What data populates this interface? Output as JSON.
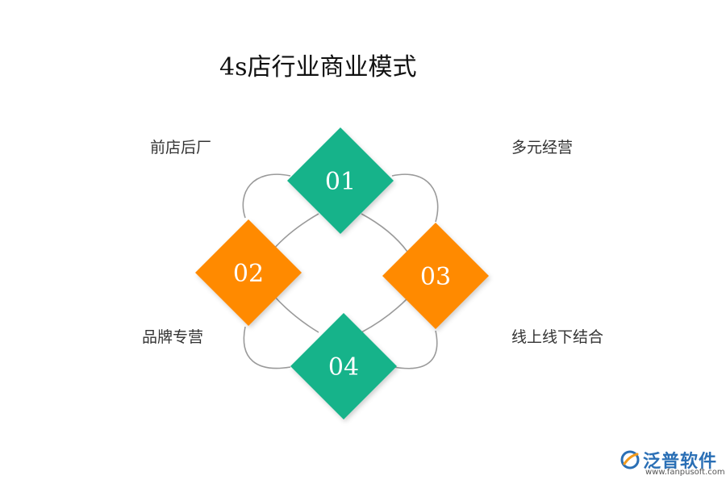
{
  "title": "4s店行业商业模式",
  "colors": {
    "green": "#13b38a",
    "orange": "#ff8a00",
    "ring": "#9a9a9a",
    "logo_blue": "#2a6fb5",
    "logo_orange": "#f29a1c"
  },
  "nodes": [
    {
      "number": "01",
      "label": "多元经营",
      "color": "green"
    },
    {
      "number": "02",
      "label": "前店后厂",
      "color": "orange"
    },
    {
      "number": "03",
      "label": "线上线下结合",
      "color": "orange"
    },
    {
      "number": "04",
      "label": "品牌专营",
      "color": "green"
    }
  ],
  "logo": {
    "name": "泛普软件",
    "url": "www.fanpusoft.com",
    "icon": "fanpu-logo-icon"
  }
}
